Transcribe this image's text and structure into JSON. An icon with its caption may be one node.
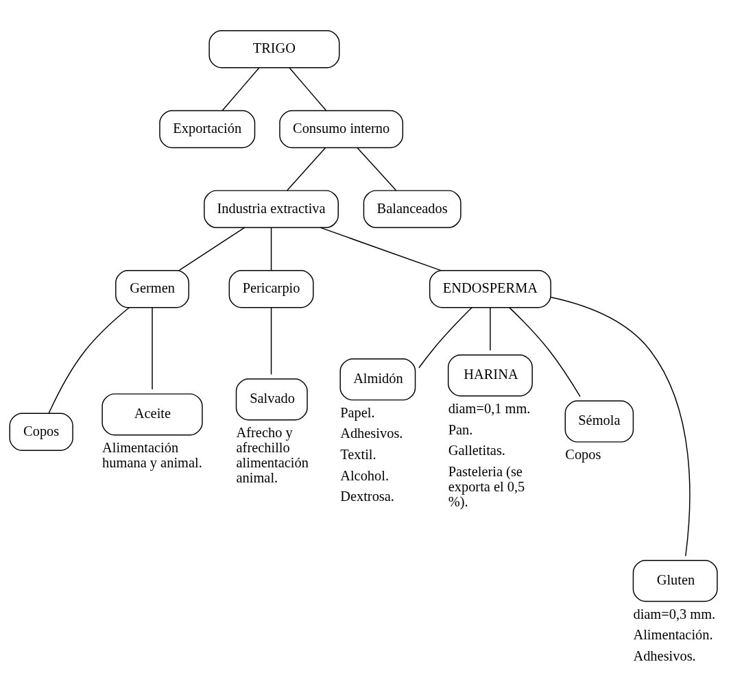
{
  "diagram": {
    "nodes": [
      {
        "text": [
          "TRIGO"
        ]
      },
      {
        "text": [
          "Exportación"
        ]
      },
      {
        "text": [
          "Consumo interno"
        ]
      },
      {
        "text": [
          "Industria extractiva"
        ]
      },
      {
        "text": [
          "Balanceados"
        ]
      },
      {
        "text": [
          "Germen"
        ]
      },
      {
        "text": [
          "Pericarpio"
        ]
      },
      {
        "text": [
          "ENDOSPERMA"
        ]
      },
      {
        "text": [
          "Copos"
        ]
      },
      {
        "text": [
          "Aceite"
        ],
        "beside": [
          "Alimentación humana y animal."
        ]
      },
      {
        "text": [
          "Salvado"
        ],
        "beside": [
          "Afrecho y afrechillo alimentación animal."
        ]
      },
      {
        "text": [
          "Almidón"
        ],
        "beside": [
          "Papel.",
          "Adhesivos.",
          "Textil.",
          "Alcohol.",
          "Dextrosa."
        ]
      },
      {
        "text": [
          "HARINA"
        ],
        "beside": [
          "diam=0,1 mm.",
          "Pan.",
          "Galletitas.",
          "Pasteleria (se exporta el 0,5 %)."
        ]
      },
      {
        "text": [
          "Sémola"
        ],
        "beside": [
          "Copos"
        ]
      },
      {
        "text": [
          "Gluten"
        ],
        "beside": [
          "diam=0,3 mm.",
          "Alimentación.",
          "Adhesivos."
        ]
      }
    ],
    "edges": [
      {
        "from": 0,
        "to": 1,
        "arrow": "none"
      },
      {
        "from": 0,
        "to": 2,
        "arrow": "none"
      },
      {
        "from": 2,
        "to": 3,
        "arrow": "none"
      },
      {
        "from": 2,
        "to": 4,
        "arrow": "none"
      },
      {
        "from": 3,
        "to": 5,
        "arrow": "none"
      },
      {
        "from": 3,
        "to": 6,
        "arrow": "none"
      },
      {
        "from": 3,
        "to": 7,
        "arrow": "none"
      },
      {
        "from": 5,
        "to": 8,
        "arrow": "none"
      },
      {
        "from": 5,
        "to": 9,
        "arrow": "none"
      },
      {
        "from": 6,
        "to": 10,
        "arrow": "none"
      },
      {
        "from": 7,
        "to": 11,
        "arrow": "none"
      },
      {
        "from": 7,
        "to": 12,
        "arrow": "none"
      },
      {
        "from": 7,
        "to": 13,
        "arrow": "none"
      },
      {
        "from": 7,
        "to": 14,
        "arrow": "none"
      }
    ]
  }
}
